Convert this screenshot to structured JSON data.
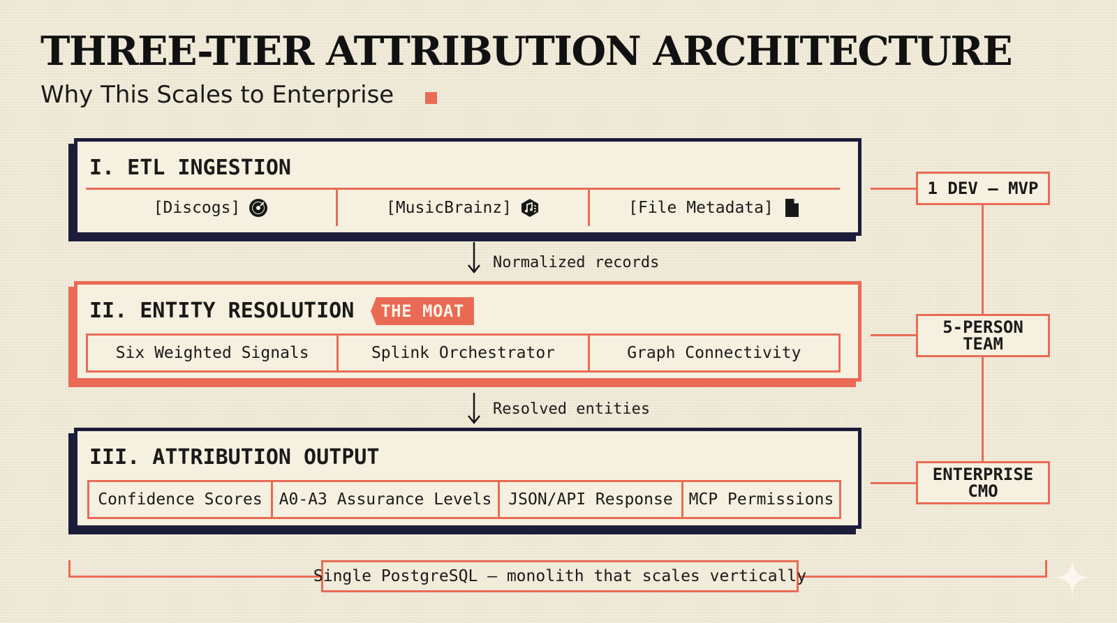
{
  "header": {
    "title": "THREE-TIER ATTRIBUTION ARCHITECTURE",
    "subtitle": "Why This Scales to Enterprise"
  },
  "tiers": [
    {
      "title": "I. ETL INGESTION",
      "cells": [
        {
          "label": "[Discogs]",
          "icon": "vinyl-record-icon"
        },
        {
          "label": "[MusicBrainz]",
          "icon": "music-brain-icon"
        },
        {
          "label": "[File Metadata]",
          "icon": "file-icon"
        }
      ]
    },
    {
      "title": "II. ENTITY RESOLUTION",
      "tag": "THE MOAT",
      "cells": [
        {
          "label": "Six Weighted Signals"
        },
        {
          "label": "Splink Orchestrator"
        },
        {
          "label": "Graph Connectivity"
        }
      ]
    },
    {
      "title": "III. ATTRIBUTION OUTPUT",
      "cells": [
        {
          "label": "Confidence Scores"
        },
        {
          "label": "A0-A3 Assurance Levels"
        },
        {
          "label": "JSON/API Response"
        },
        {
          "label": "MCP Permissions"
        }
      ]
    }
  ],
  "connectors": [
    {
      "label": "Normalized records"
    },
    {
      "label": "Resolved entities"
    }
  ],
  "scale": [
    {
      "label": "1 DEV – MVP"
    },
    {
      "label": "5-PERSON\nTEAM"
    },
    {
      "label": "ENTERPRISE\nCMO"
    }
  ],
  "footer": {
    "label": "Single PostgreSQL – monolith that scales vertically"
  },
  "colors": {
    "background": "#f1ebda",
    "navy": "#1c1d3a",
    "coral": "#ea6b55",
    "text": "#161616"
  }
}
